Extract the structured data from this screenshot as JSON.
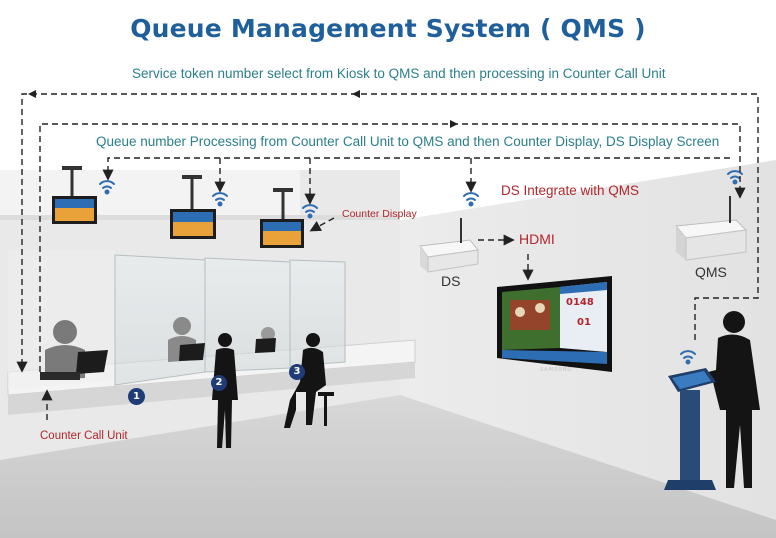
{
  "title": "Queue Management System ( QMS )",
  "flows": {
    "kiosk_to_counter": "Service token number select from Kiosk to QMS and then processing in Counter Call Unit",
    "counter_to_display": "Queue number Processing from  Counter Call Unit  to QMS and then Counter Display, DS Display Screen"
  },
  "labels": {
    "counter_display": "Counter Display",
    "ds_integrate": "DS Integrate with QMS",
    "hdmi": "HDMI",
    "ds": "DS",
    "qms": "QMS",
    "counter_call_unit": "Counter Call Unit"
  },
  "counters": [
    "1",
    "2",
    "3"
  ],
  "display_screen": {
    "token_number": "0148",
    "counter_number": "01",
    "brand": "SAMSUNG"
  },
  "colors": {
    "title": "#1f5f9b",
    "caption": "#2a7f8a",
    "annotation": "#b2262b",
    "badge": "#1f3b78",
    "wifi": "#2f6db3"
  }
}
